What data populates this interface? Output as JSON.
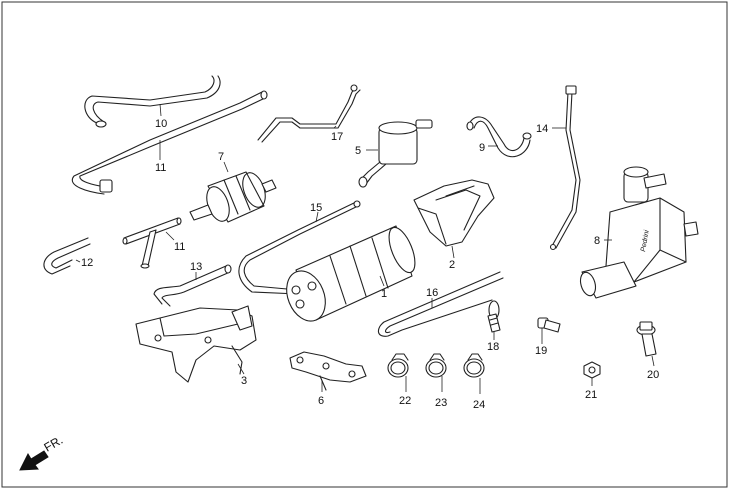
{
  "callouts": {
    "p1": "1",
    "p2": "2",
    "p3": "3",
    "p5": "5",
    "p6": "6",
    "p7": "7",
    "p8": "8",
    "p9": "9",
    "p10": "10",
    "p11a": "11",
    "p11b": "11",
    "p12": "12",
    "p13": "13",
    "p14": "14",
    "p15": "15",
    "p16": "16",
    "p17": "17",
    "p18": "18",
    "p19": "19",
    "p20": "20",
    "p21": "21",
    "p22": "22",
    "p23": "23",
    "p24": "24"
  },
  "valve_brand": "Pedrini",
  "direction_label": "FR."
}
